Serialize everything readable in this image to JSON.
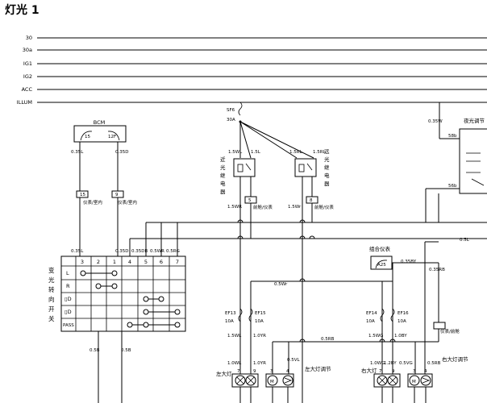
{
  "page_title": "灯光 1",
  "rails": [
    "30",
    "30a",
    "IG1",
    "IG2",
    "ACC",
    "ILLUM"
  ],
  "bcm": {
    "label": "BCM",
    "pin_left": "15",
    "pin_right": "12F"
  },
  "bcm_wires": {
    "left": "0.35L",
    "right": "0.35D"
  },
  "bcm_connectors": [
    {
      "pin": "15",
      "note": "仪表/室内"
    },
    {
      "pin": "9",
      "note": "仪表/室内"
    }
  ],
  "dimmer_switch": {
    "label_chars": [
      "变",
      "光",
      "转",
      "向",
      "开",
      "关"
    ],
    "pins": [
      "3",
      "2",
      "1",
      "4",
      "5",
      "6",
      "7"
    ],
    "rows": [
      "L",
      "R",
      "▯D",
      "▯D",
      "PASS"
    ]
  },
  "switch_top_wires": [
    "0.35L",
    "0.35D",
    "0.35DB",
    "0.5WR",
    "0.5RG"
  ],
  "switch_bottom_wires": [
    "0.5B",
    "0.5B"
  ],
  "fuse_main": {
    "label": "SF6",
    "rating": "30A"
  },
  "relay_left": {
    "chars": [
      "近",
      "光",
      "继",
      "电",
      "器"
    ],
    "wires": [
      "1.5WL",
      "1.5L"
    ]
  },
  "relay_right": {
    "chars": [
      "远",
      "光",
      "继",
      "电",
      "器"
    ],
    "wires": [
      "1.5RL",
      "1.5RL"
    ]
  },
  "relay_bottom_wires": [
    "1.5WR",
    "1.5Wr"
  ],
  "relay_connectors": [
    {
      "pin": "5",
      "note": "前舱/仪表"
    },
    {
      "pin": "8",
      "note": "前舱/仪表"
    }
  ],
  "bus_wire": "0.5L",
  "mid_wire": "0.5Wr",
  "cluster": {
    "label": "组合仪表",
    "pin": "A25",
    "wire_top": "0.35BY",
    "wire_side": "0.35RB"
  },
  "fuses": [
    {
      "label": "EF13",
      "rating": "10A"
    },
    {
      "label": "EF15",
      "rating": "10A"
    },
    {
      "label": "EF14",
      "rating": "10A"
    },
    {
      "label": "EF16",
      "rating": "10A"
    }
  ],
  "fuse_out_wires": [
    "1.5WL",
    "1.0YR",
    "1.5WG",
    "1.0BY"
  ],
  "bottom_bus_wire": "0.5RB",
  "lamp_wires": [
    "1.0WL",
    "1.0YR",
    "0.5VL",
    "1.0WG",
    "1.2BY",
    "0.5VG",
    "0.5RB"
  ],
  "lamp_pins": [
    "7",
    "9",
    "3",
    "4",
    "7",
    "9",
    "3",
    "4"
  ],
  "left_headlamp": "左大灯",
  "left_leveler": "左大灯调节",
  "right_headlamp": "右大灯",
  "right_leveler": "右大灯调节",
  "night_dimmer": {
    "label": "夜光调节",
    "wire": "0.35W",
    "pin_top": "58b",
    "pin_mid": "56b"
  },
  "right_connector_note": "仪表/前舱"
}
